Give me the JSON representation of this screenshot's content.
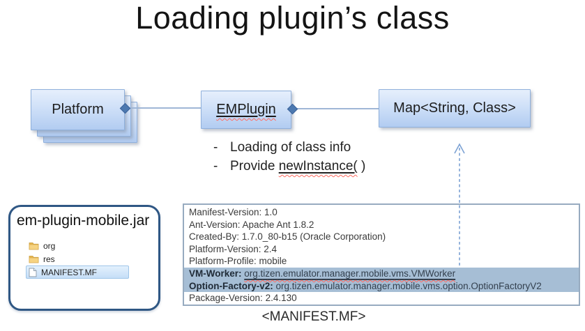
{
  "slide": {
    "title": "Loading plugin’s class"
  },
  "diagram": {
    "platform_label": "Platform",
    "emplugin_label": "EMPlugin",
    "map_label": "Map<String, Class>",
    "notes": {
      "dash": "-",
      "line1": "Loading of class info",
      "line2_prefix": "Provide ",
      "line2_underlined": "newInstance(",
      "line2_suffix": " )"
    }
  },
  "jar_panel": {
    "title": "em-plugin-mobile.jar",
    "items": [
      {
        "icon": "folder-icon",
        "label": "org",
        "selected": false
      },
      {
        "icon": "folder-icon",
        "label": "res",
        "selected": false
      },
      {
        "icon": "file-icon",
        "label": "MANIFEST.MF",
        "selected": true
      }
    ]
  },
  "manifest": {
    "caption": "<MANIFEST.MF>",
    "rows": [
      {
        "label": "Manifest-Version: ",
        "value": "1.0",
        "highlighted": false
      },
      {
        "label": "Ant-Version: ",
        "value": "Apache Ant 1.8.2",
        "highlighted": false
      },
      {
        "label": "Created-By: ",
        "value": "1.7.0_80-b15 (Oracle Corporation)",
        "highlighted": false
      },
      {
        "label": "Platform-Version: ",
        "value": "2.4",
        "highlighted": false
      },
      {
        "label": "Platform-Profile: ",
        "value": "mobile",
        "highlighted": false
      },
      {
        "label": "VM-Worker: ",
        "value": "org.tizen.emulator.manager.mobile.vms.VMWorker",
        "highlighted": true
      },
      {
        "label": "Option-Factory-v2: ",
        "value": "org.tizen.emulator.manager.mobile.vms.option.OptionFactoryV2",
        "highlighted": true
      },
      {
        "label": "Package-Version: ",
        "value": "2.4.130",
        "highlighted": false
      }
    ]
  },
  "colors": {
    "node_fill_top": "#e6effc",
    "node_fill_bottom": "#b2ccf1",
    "node_border": "#8fb0dc",
    "connector": "#9fb6d6",
    "connector_diamond": "#4d79b0",
    "highlight_row": "#a6bed5",
    "selection_row_border": "#9ec5e8",
    "jar_panel_border": "#2f5784",
    "dashed_arrow": "#7ca2d4",
    "squiggly_underline": "#ff6b61",
    "manifest_border": "#97abc0"
  }
}
